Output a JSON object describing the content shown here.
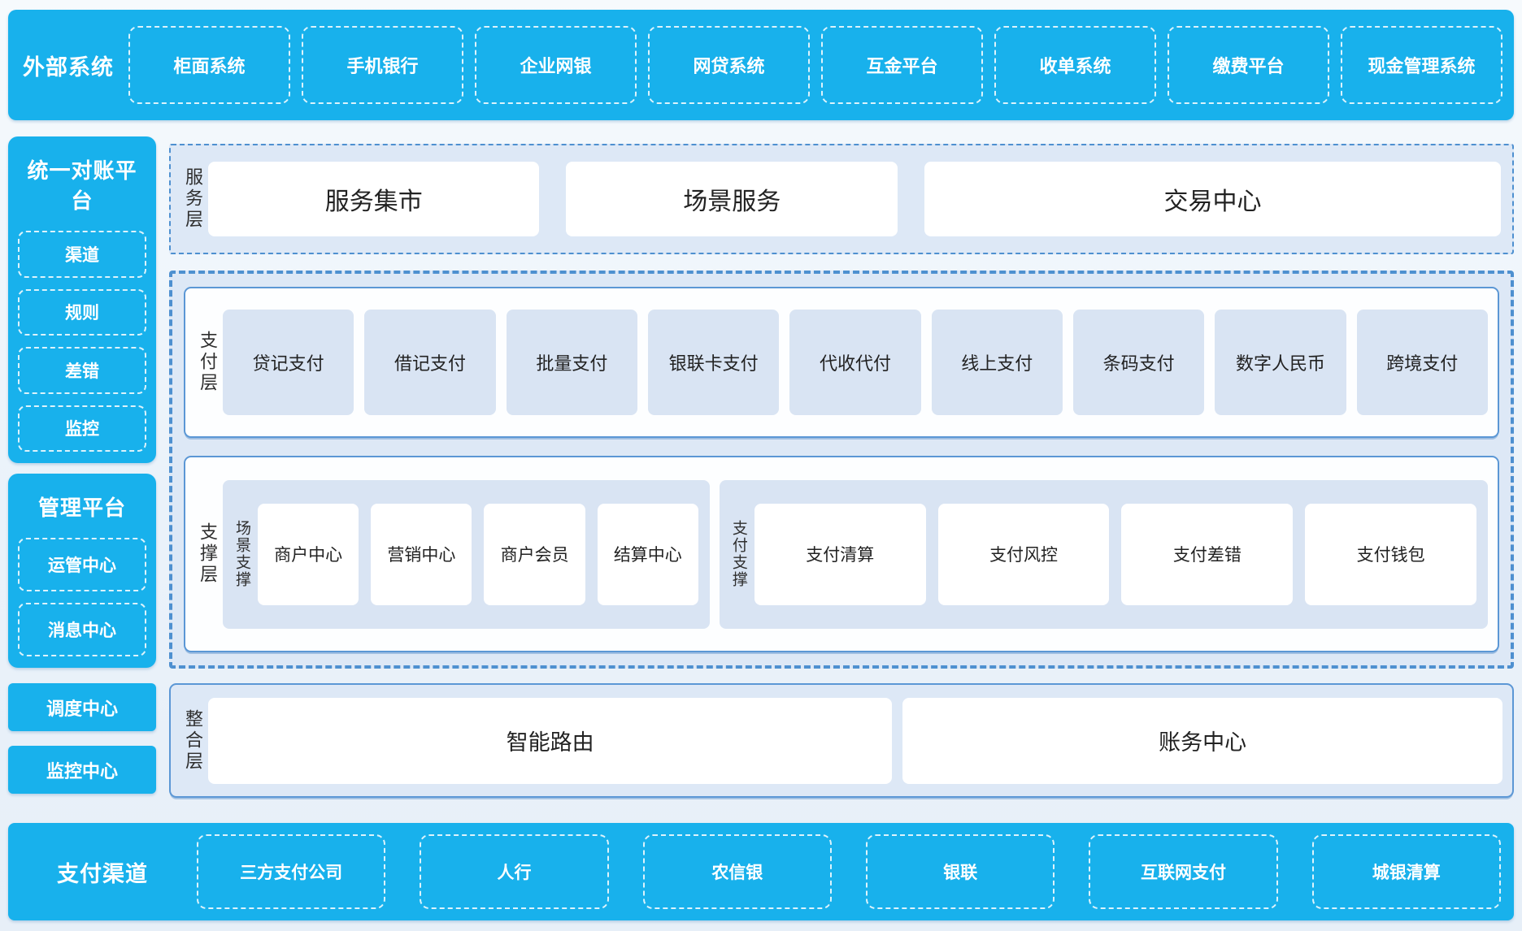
{
  "colors": {
    "brand_blue": "#18B1EC",
    "panel_bg": "#DDE8F6",
    "panel_border_dashed": "#4E90D0",
    "panel_border_solid": "#5B97D5",
    "tile_blue": "#D9E4F3",
    "tile_white": "#FFFFFF",
    "text_dark": "#222222",
    "text_white": "#FFFFFF"
  },
  "external_systems": {
    "title": "外部系统",
    "items": [
      "柜面系统",
      "手机银行",
      "企业网银",
      "网贷系统",
      "互金平台",
      "收单系统",
      "缴费平台",
      "现金管理系统"
    ]
  },
  "reconciliation_platform": {
    "title": "统一对账平台",
    "items": [
      "渠道",
      "规则",
      "差错",
      "监控"
    ]
  },
  "management_platform": {
    "title": "管理平台",
    "items": [
      "运管中心",
      "消息中心"
    ]
  },
  "standalone_centers": [
    "调度中心",
    "监控中心"
  ],
  "service_layer": {
    "label": "服务层",
    "items": [
      "服务集市",
      "场景服务",
      "交易中心"
    ]
  },
  "payment_layer": {
    "label": "支付层",
    "items": [
      "贷记支付",
      "借记支付",
      "批量支付",
      "银联卡支付",
      "代收代付",
      "线上支付",
      "条码支付",
      "数字人民币",
      "跨境支付"
    ]
  },
  "support_layer": {
    "label": "支撑层",
    "groups": [
      {
        "label": "场景支撑",
        "items": [
          "商户中心",
          "营销中心",
          "商户会员",
          "结算中心"
        ]
      },
      {
        "label": "支付支撑",
        "items": [
          "支付清算",
          "支付风控",
          "支付差错",
          "支付钱包"
        ]
      }
    ]
  },
  "integration_layer": {
    "label": "整合层",
    "items": [
      "智能路由",
      "账务中心"
    ]
  },
  "payment_channels": {
    "title": "支付渠道",
    "items": [
      "三方支付公司",
      "人行",
      "农信银",
      "银联",
      "互联网支付",
      "城银清算"
    ]
  }
}
